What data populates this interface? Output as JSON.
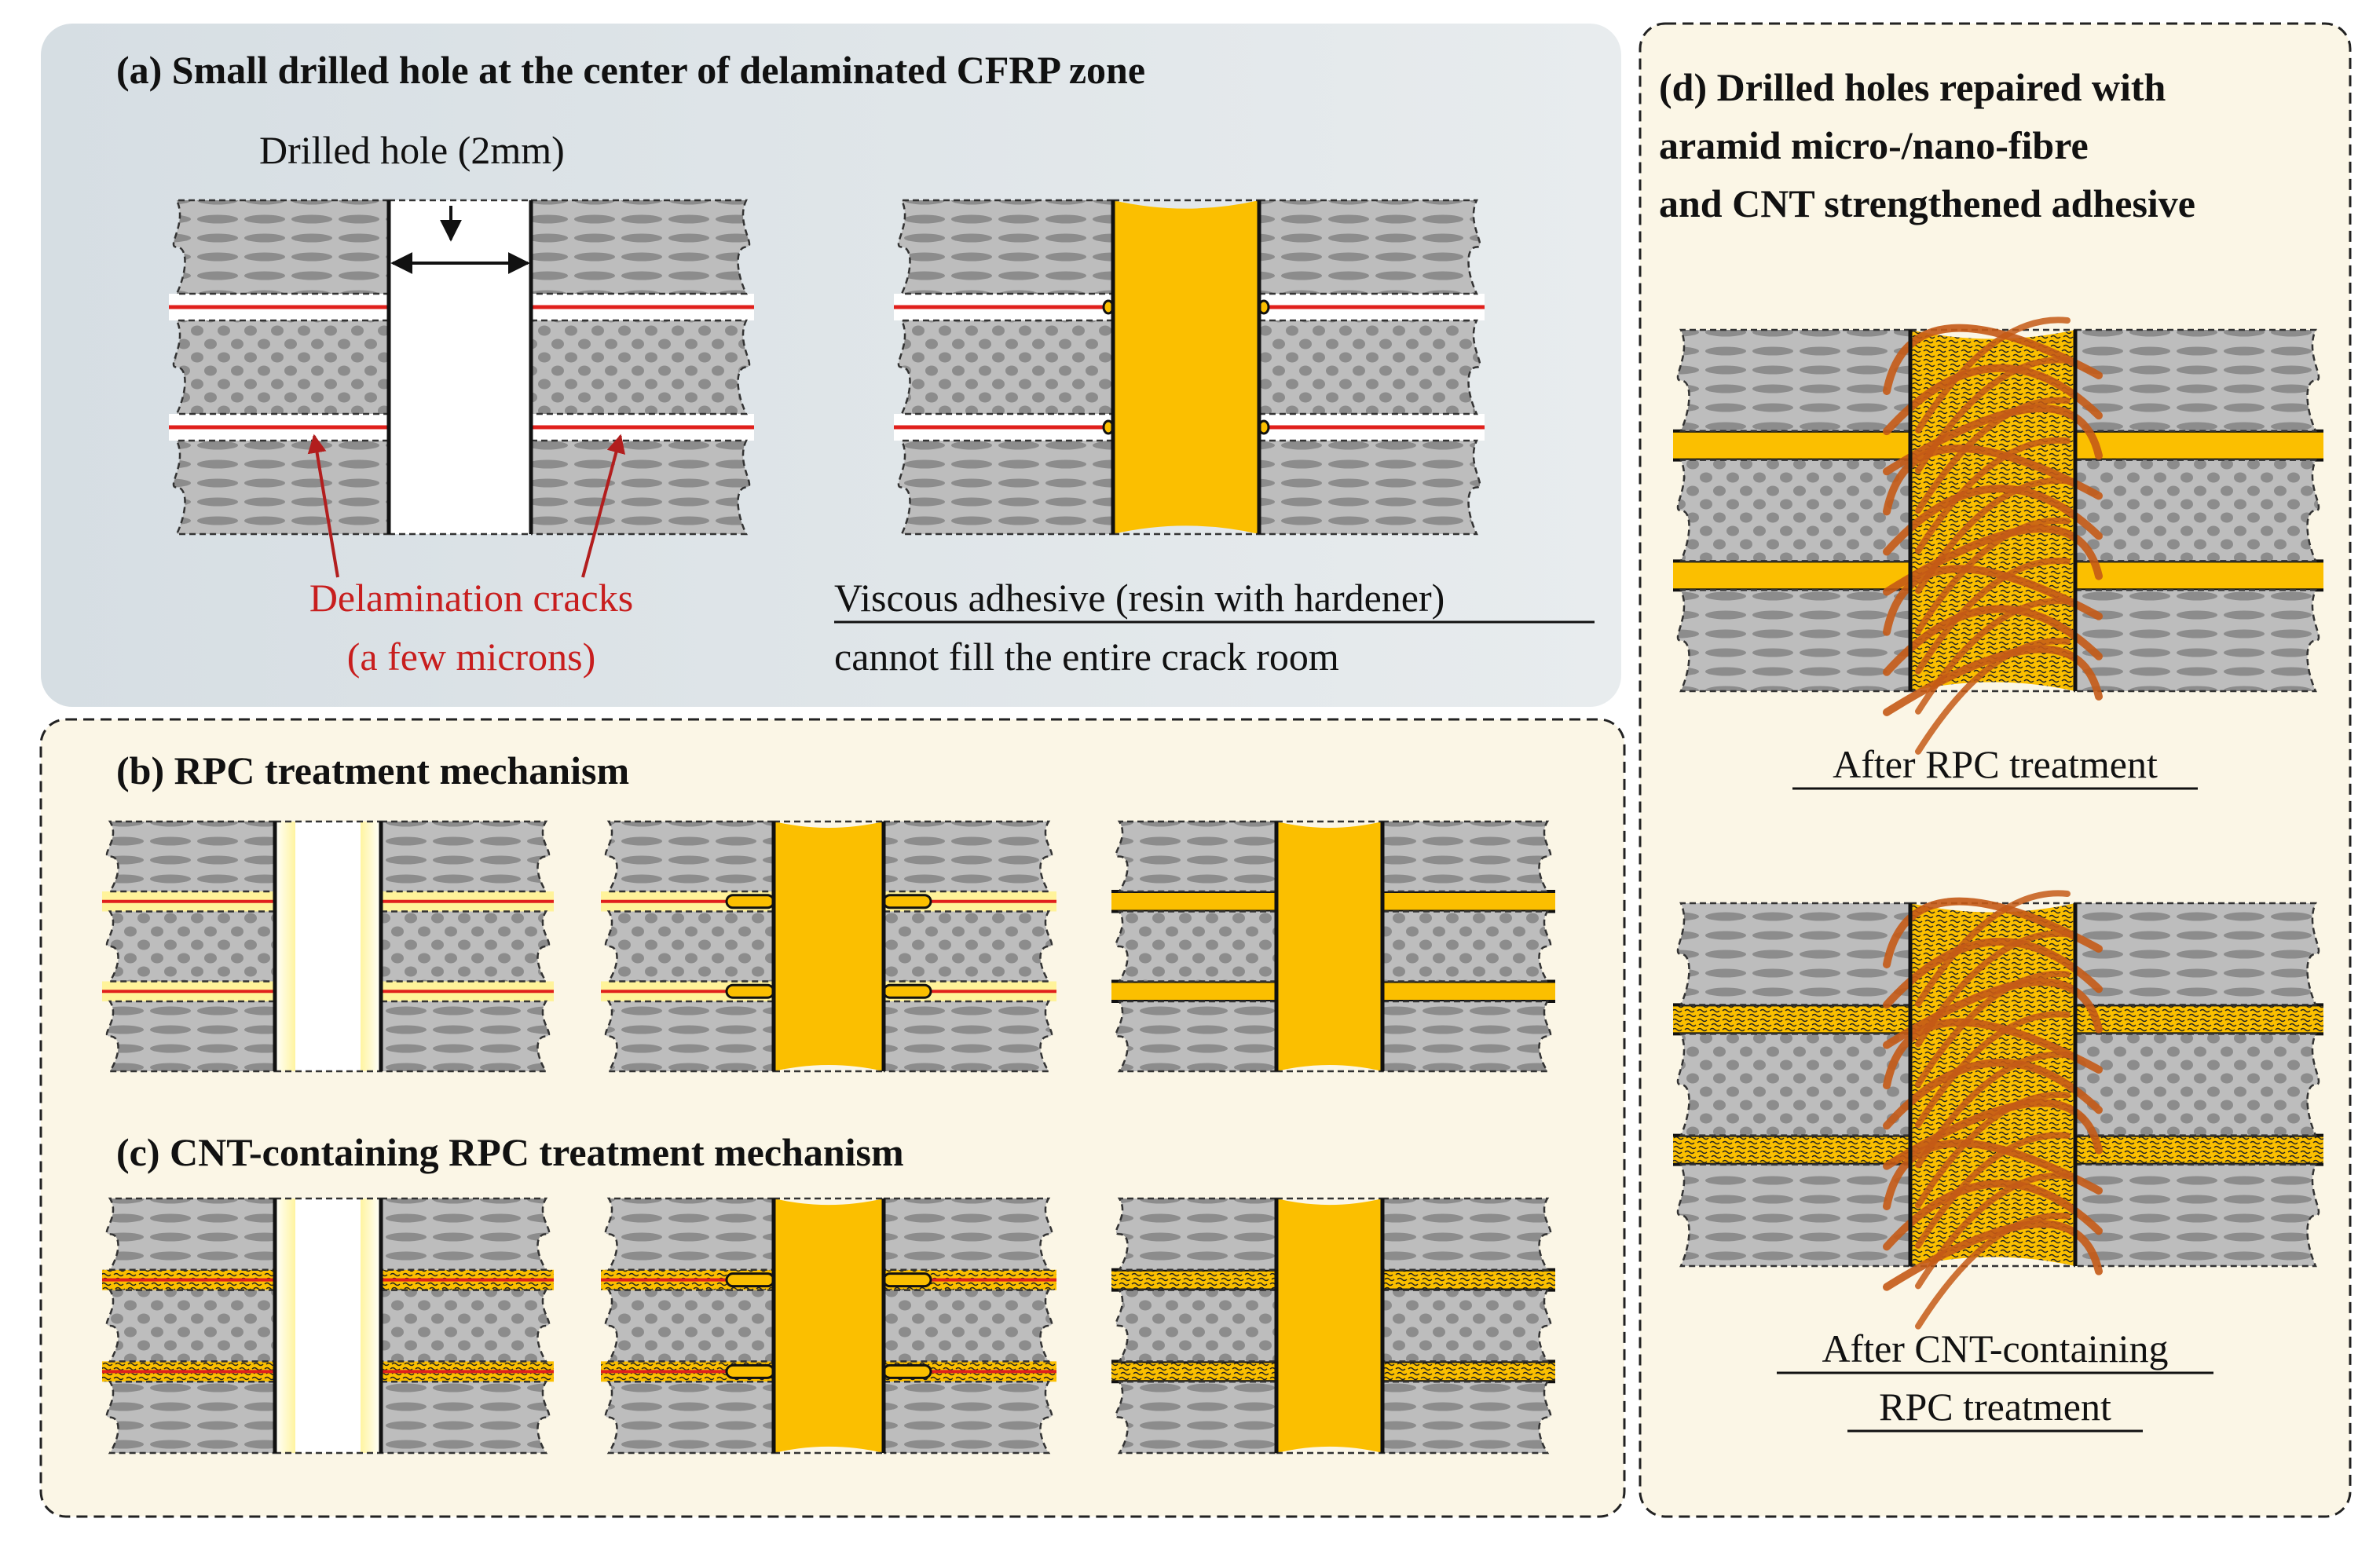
{
  "colors": {
    "layer_fill": "#bdbdbd",
    "fibre_mark": "#8c8c8c",
    "crack": "#e0201c",
    "adhesive": "#fbbf00",
    "aramid": "#c45a16",
    "label_red": "#c81e1e",
    "panel_a_bg": "#dfe6ea",
    "panel_bd_bg": "#fbf6e6"
  },
  "panel_a": {
    "title": "(a) Small drilled hole at the center of delaminated CFRP zone",
    "hole_label": "Drilled hole (2mm)",
    "crack_label_line1": "Delamination cracks",
    "crack_label_line2": "(a few microns)",
    "adhesive_label_line1": "Viscous adhesive (resin with hardener)",
    "adhesive_label_line2": "cannot fill the entire crack room"
  },
  "panel_b": {
    "title": "(b) RPC treatment mechanism"
  },
  "panel_c": {
    "title": "(c) CNT-containing RPC treatment mechanism"
  },
  "panel_d": {
    "title_line1": "(d) Drilled holes repaired with",
    "title_line2": "aramid micro-/nano-fibre",
    "title_line3": "and CNT strengthened adhesive",
    "caption_top": "After RPC treatment",
    "caption_bottom_line1": "After CNT-containing",
    "caption_bottom_line2": "RPC treatment"
  }
}
